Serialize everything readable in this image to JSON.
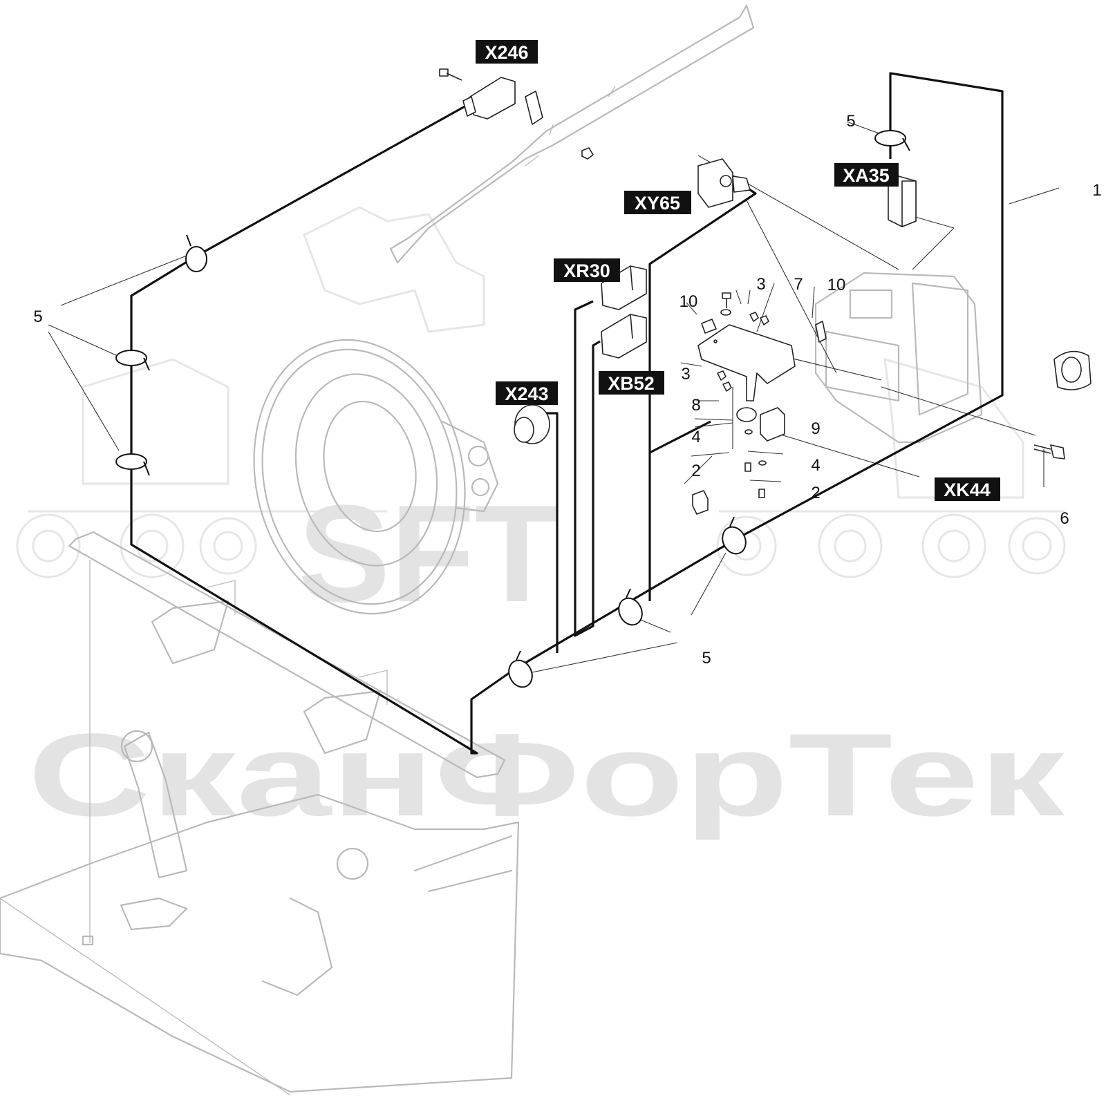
{
  "watermark": {
    "logo_text": "SFT",
    "brand_text": "СканФорТек"
  },
  "connector_tags": [
    {
      "id": "x246",
      "label": "X246"
    },
    {
      "id": "xa35",
      "label": "XA35"
    },
    {
      "id": "xy65",
      "label": "XY65"
    },
    {
      "id": "xr30",
      "label": "XR30"
    },
    {
      "id": "xb52",
      "label": "XB52"
    },
    {
      "id": "x243",
      "label": "X243"
    },
    {
      "id": "xk44",
      "label": "XK44"
    }
  ],
  "callouts": [
    {
      "id": "c5-top-right",
      "label": "5"
    },
    {
      "id": "c1",
      "label": "1"
    },
    {
      "id": "c5-left",
      "label": "5"
    },
    {
      "id": "c3-top",
      "label": "3"
    },
    {
      "id": "c7",
      "label": "7"
    },
    {
      "id": "c10-left",
      "label": "10"
    },
    {
      "id": "c10-right",
      "label": "10"
    },
    {
      "id": "c3-mid",
      "label": "3"
    },
    {
      "id": "c8",
      "label": "8"
    },
    {
      "id": "c9",
      "label": "9"
    },
    {
      "id": "c4-left",
      "label": "4"
    },
    {
      "id": "c4-right",
      "label": "4"
    },
    {
      "id": "c2-left",
      "label": "2"
    },
    {
      "id": "c2-right",
      "label": "2"
    },
    {
      "id": "c6",
      "label": "6"
    },
    {
      "id": "c5-bottom",
      "label": "5"
    }
  ]
}
